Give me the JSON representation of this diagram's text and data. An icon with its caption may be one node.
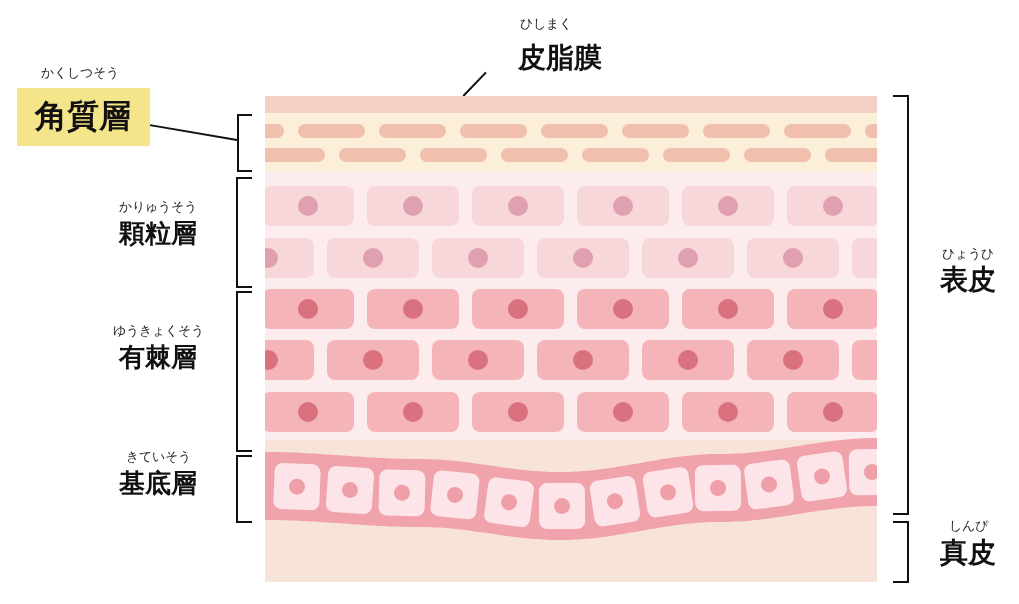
{
  "diagram": {
    "nodes": [
      {
        "text": [
          "ひしまく",
          "皮脂膜"
        ]
      },
      {
        "text": [],
        "shape": "bar"
      },
      {
        "text": [
          "かくしつそう",
          "角質層"
        ]
      },
      {
        "text": [],
        "shape": "bracket"
      }
    ],
    "edges": [
      {
        "from": 0,
        "to": 1,
        "arrow": "none"
      },
      {
        "from": 2,
        "to": 3,
        "arrow": "none"
      }
    ],
    "labels": [
      "かりゅうそう",
      "顆粒層",
      "ひょうひ",
      "表皮",
      "ゆうきょくそう",
      "有棘層",
      "きていそう",
      "基底層",
      "しんぴ",
      "真皮"
    ]
  }
}
